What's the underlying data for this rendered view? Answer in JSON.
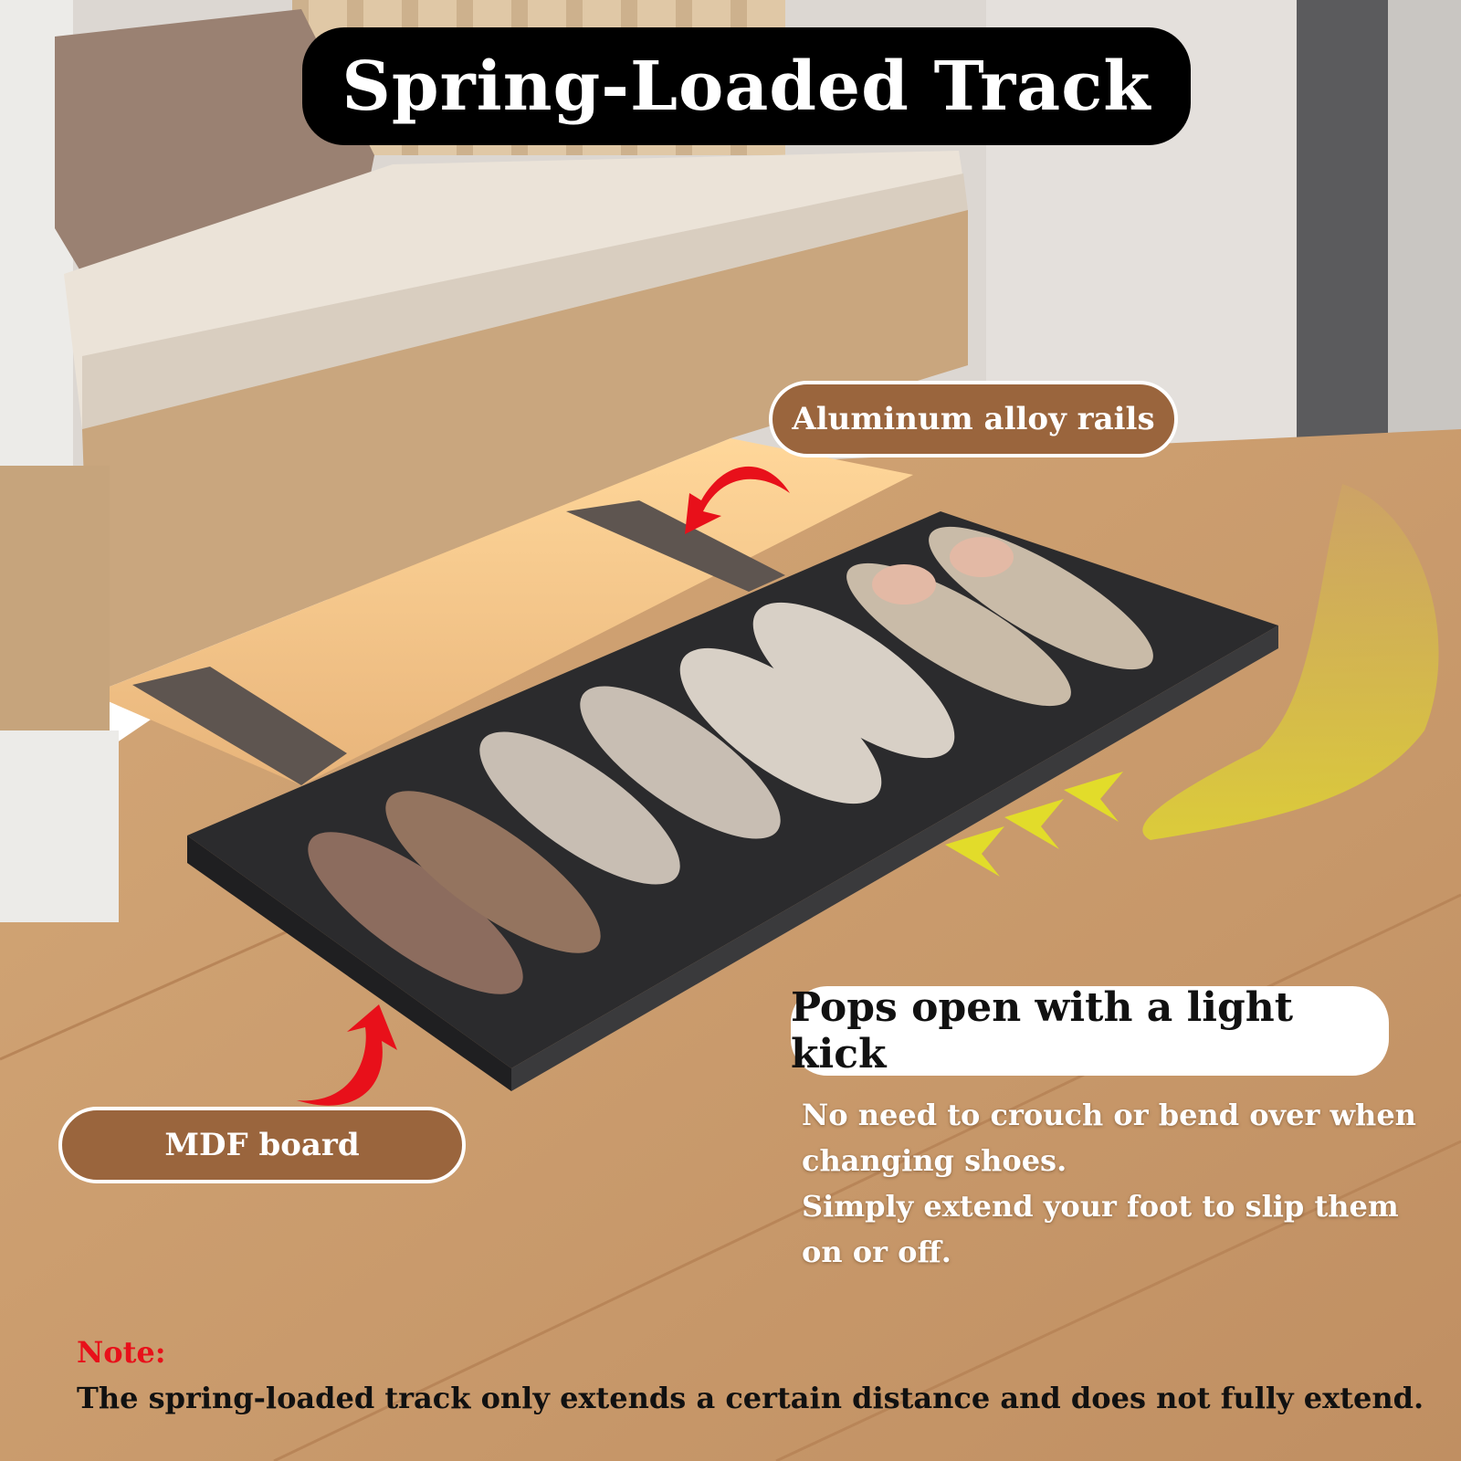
{
  "title": "Spring-Loaded Track",
  "labels": {
    "rails": "Aluminum alloy rails",
    "board": "MDF board"
  },
  "feature": {
    "heading": "Pops open with a light kick",
    "line1": "No need to crouch or bend over when changing shoes.",
    "line2": "Simply extend your foot to slip them on or off."
  },
  "note": {
    "label": "Note:",
    "text": "The spring-loaded track only extends a certain distance and does not fully extend."
  },
  "colors": {
    "label_brown": "#9a653d",
    "arrow_red": "#e8101a",
    "kick_yellow": "#e2dc2a",
    "tray": "#2b2b2d",
    "floor": "#c79a6c"
  }
}
